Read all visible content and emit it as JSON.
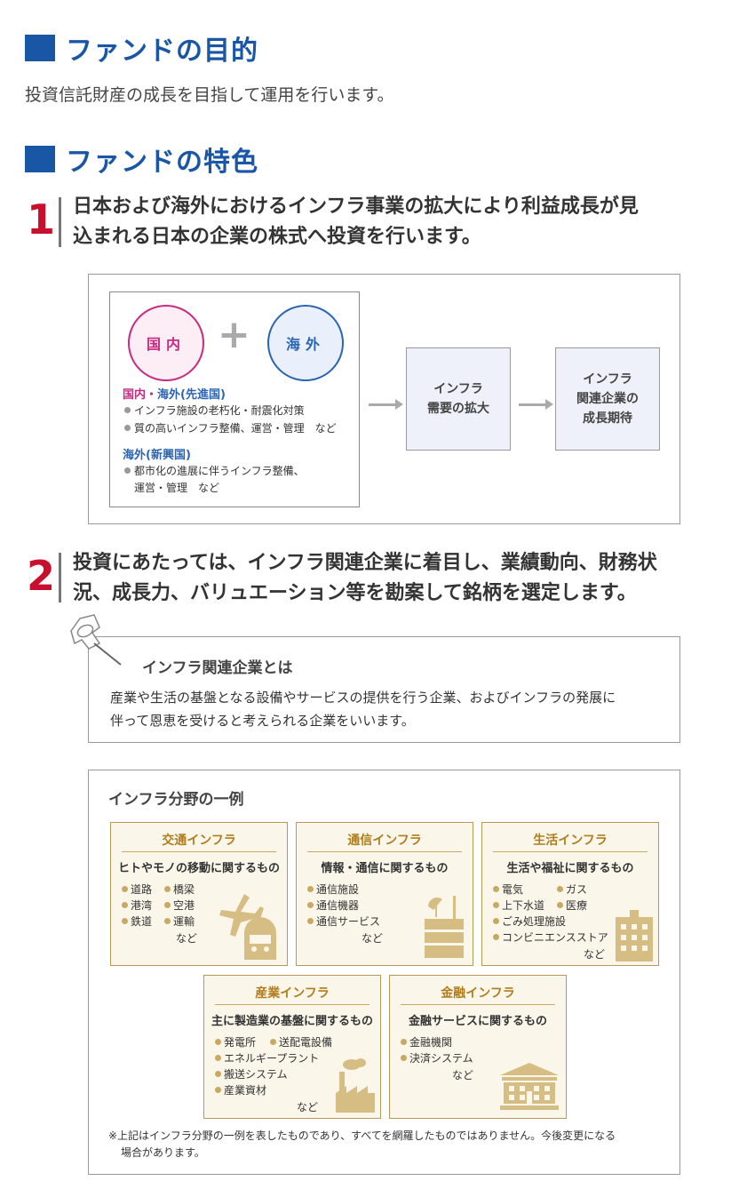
{
  "purpose_section": {
    "title": "ファンドの目的",
    "text": "投資信託財産の成長を目指して運用を行います。"
  },
  "features_section": {
    "title": "ファンドの特色"
  },
  "feature1": {
    "number": "1",
    "line1": "日本および海外におけるインフラ事業の拡大により利益成長が見",
    "line2": "込まれる日本の企業の株式へ投資を行います。",
    "diagram": {
      "circle_domestic": "国内",
      "circle_overseas": "海外",
      "label_developed_a": "国内",
      "label_developed_sep": "・",
      "label_developed_b": "海外(先進国)",
      "developed_items": [
        "インフラ施設の老朽化・耐震化対策",
        "質の高いインフラ整備、運営・管理　など"
      ],
      "label_emerging": "海外(新興国)",
      "emerging_item_1": "都市化の進展に伴うインフラ整備、",
      "emerging_item_2": "運営・管理　など",
      "flow_box_1": "インフラ\n需要の拡大",
      "flow_box_2": "インフラ\n関連企業の\n成長期待"
    }
  },
  "feature2": {
    "number": "2",
    "line1": "投資にあたっては、インフラ関連企業に着目し、業績動向、財務状",
    "line2": "況、成長力、バリュエーション等を勘案して銘柄を選定します。",
    "definition": {
      "title": "インフラ関連企業とは",
      "line1": "産業や生活の基盤となる設備やサービスの提供を行う企業、およびインフラの発展に",
      "line2": "伴って恩恵を受けると考えられる企業をいいます。"
    }
  },
  "examples": {
    "title": "インフラ分野の一例",
    "categories": [
      {
        "title": "交通インフラ",
        "subtitle": "ヒトやモノの移動に関するもの",
        "items": [
          "道路",
          "橋梁",
          "港湾",
          "空港",
          "鉄道",
          "運輸"
        ],
        "nado": "など",
        "icon": "airplane-train-icon"
      },
      {
        "title": "通信インフラ",
        "subtitle": "情報・通信に関するもの",
        "items": [
          "通信施設",
          "通信機器",
          "通信サービス"
        ],
        "nado": "など",
        "icon": "antenna-server-icon"
      },
      {
        "title": "生活インフラ",
        "subtitle": "生活や福祉に関するもの",
        "items": [
          "電気",
          "ガス",
          "上下水道",
          "医療",
          "ごみ処理施設",
          "コンビニエンスストア"
        ],
        "nado": "など",
        "icon": "building-icon"
      },
      {
        "title": "産業インフラ",
        "subtitle": "主に製造業の基盤に関するもの",
        "items": [
          "発電所",
          "送配電設備",
          "エネルギープラント",
          "搬送システム",
          "産業資材"
        ],
        "nado": "など",
        "icon": "factory-icon"
      },
      {
        "title": "金融インフラ",
        "subtitle": "金融サービスに関するもの",
        "items": [
          "金融機関",
          "決済システム"
        ],
        "nado": "など",
        "icon": "bank-icon"
      }
    ],
    "note_line1": "※上記はインフラ分野の一例を表したものであり、すべてを網羅したものではありません。今後変更になる",
    "note_line2": "場合があります。"
  },
  "colors": {
    "heading_blue": "#1a56a6",
    "number_red": "#c8102e",
    "domestic_pink": "#c72a82",
    "overseas_blue": "#2b64b3",
    "category_gold": "#b07d1c",
    "category_bg": "#fbf6ea"
  }
}
